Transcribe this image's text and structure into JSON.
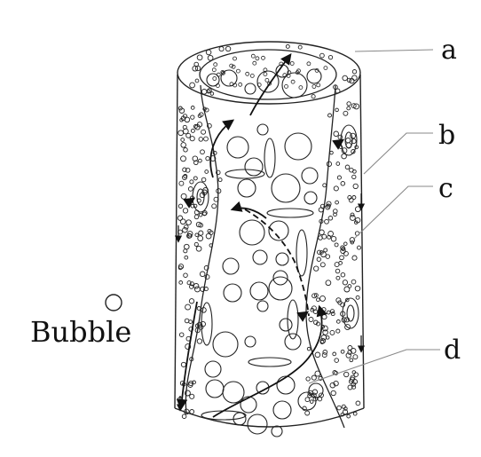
{
  "labels": {
    "a": "a",
    "b": "b",
    "c": "c",
    "d": "d",
    "bubble": "Bubble"
  },
  "colors": {
    "stroke": "#222222",
    "leader": "#888888",
    "background": "#ffffff"
  }
}
